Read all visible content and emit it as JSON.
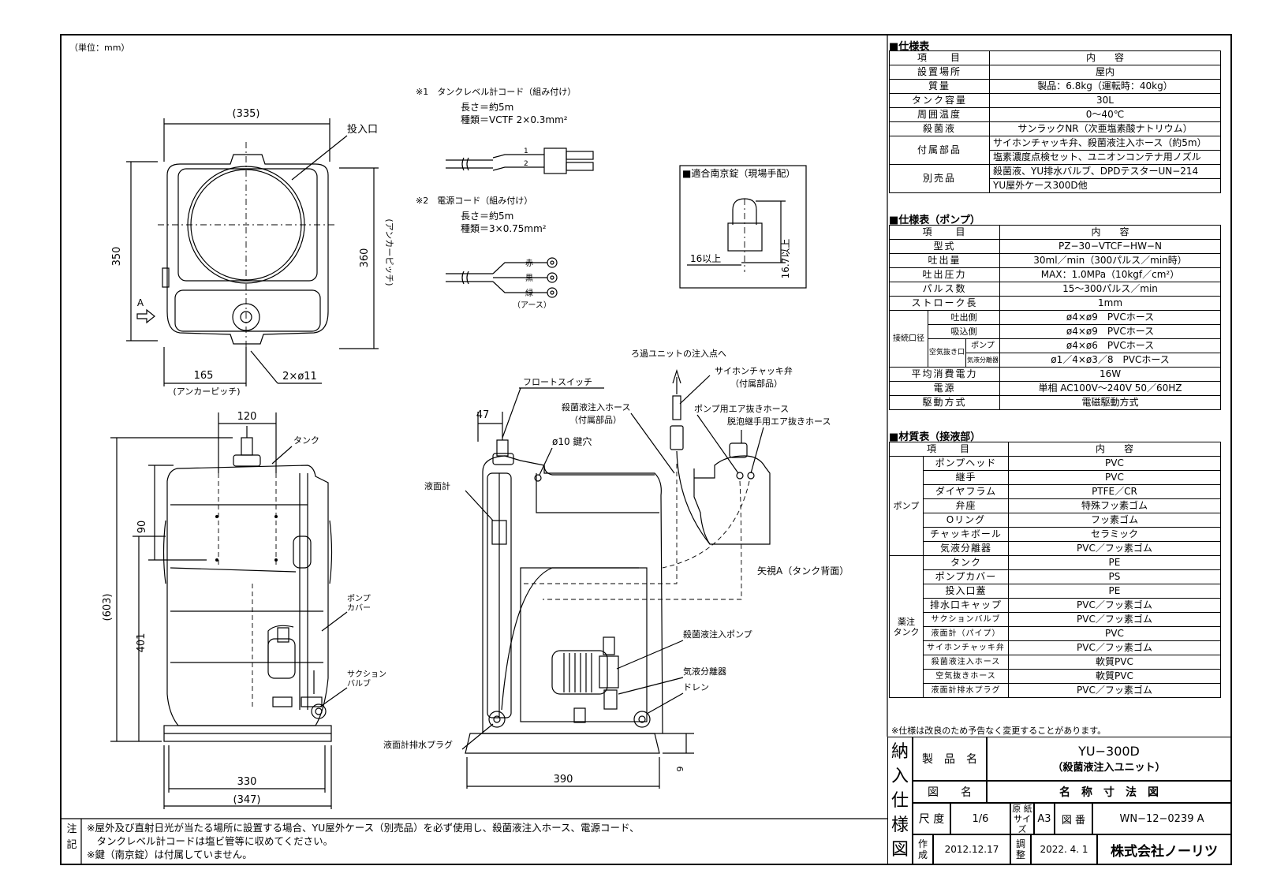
{
  "unit_label": "（単位：mm）",
  "notes_dims": {
    "top_width": "(335)",
    "top_h350": "350",
    "top_h360": "360",
    "anchor_pitch_v": "(アンカーピッチ)",
    "top_165": "165",
    "anchor_pitch_h": "(アンカーピッチ)",
    "hole": "2×ø11",
    "inlet": "投入口",
    "arrow_a": "A",
    "side_120": "120",
    "side_tank": "タンク",
    "side_90": "90",
    "side_603": "(603)",
    "side_401": "401",
    "side_pump_cover": "ポンプ\nカバー",
    "side_suction": "サクション\nバルブ",
    "side_330": "330",
    "side_347": "(347)",
    "front_47": "47",
    "front_float": "フロートスイッチ",
    "front_keyhole": "ø10 鍵穴",
    "front_level": "液面計",
    "front_hose": "殺菌液注入ホース",
    "front_hose_sub": "（付属部品）",
    "front_to_filter": "ろ過ユニットの注入点へ",
    "front_siphon": "サイホンチャッキ弁",
    "front_siphon_sub": "（付属部品）",
    "front_pump_air": "ポンプ用エア抜きホース",
    "front_defoam_air": "脱泡継手用エア抜きホース",
    "front_view_a": "矢視A（タンク背面）",
    "front_injection_pump": "殺菌液注入ポンプ",
    "front_separator": "気液分離器",
    "front_drain": "ドレン",
    "front_level_plug": "液面計排水プラグ",
    "front_390": "390",
    "front_9": "9"
  },
  "cords": {
    "c1_title": "※1　タンクレベル計コード（組み付け）",
    "c1_len": "長さ＝約5m",
    "c1_type": "種類＝VCTF 2×0.3mm²",
    "c1_p1": "1",
    "c1_p2": "2",
    "c2_title": "※2　電源コード（組み付け）",
    "c2_len": "長さ＝約5m",
    "c2_type": "種類＝3×0.75mm²",
    "c2_red": "赤",
    "c2_black": "黒",
    "c2_green": "緑",
    "c2_earth": "（アース）"
  },
  "lock": {
    "title": "■適合南京錠（現場手配）",
    "w": "16以上",
    "h": "16.7以上"
  },
  "spec": {
    "title": "■仕様表",
    "header": [
      "項　　目",
      "内　　容"
    ],
    "rows": [
      [
        "設置場所",
        "屋内"
      ],
      [
        "質量",
        "製品：6.8kg（運転時：40kg）"
      ],
      [
        "タンク容量",
        "30L"
      ],
      [
        "周囲温度",
        "0〜40℃"
      ],
      [
        "殺菌液",
        "サンラックNR（次亜塩素酸ナトリウム）"
      ]
    ],
    "acc_key": "付属部品",
    "acc_v1": "サイホンチャッキ弁、殺菌液注入ホース（約5m）",
    "acc_v2": "塩素濃度点検セット、ユニオンコンテナ用ノズル",
    "sep_key": "別売品",
    "sep_v1": "殺菌液、YU排水バルブ、DPDテスターUN−214",
    "sep_v2": "YU屋外ケース300D他"
  },
  "pump": {
    "title": "■仕様表（ポンプ）",
    "header": [
      "項　　目",
      "内　　容"
    ],
    "rows": [
      [
        "型式",
        "PZ−30−VTCF−HW−N"
      ],
      [
        "吐出量",
        "30ml／min（300パルス／min時）"
      ],
      [
        "吐出圧力",
        "MAX：1.0MPa（10kgf／cm²）"
      ],
      [
        "パルス数",
        "15〜300パルス／min"
      ],
      [
        "ストローク長",
        "1mm"
      ]
    ],
    "conn_key": "接続口径",
    "conn_rows": [
      [
        "吐出側",
        "ø4×ø9　PVCホース"
      ],
      [
        "吸込側",
        "ø4×ø9　PVCホース"
      ]
    ],
    "air_key": "空気抜き口",
    "air_rows": [
      [
        "ポンプ",
        "ø4×ø6　PVCホース"
      ],
      [
        "気液分離器",
        "ø1／4×ø3／8　PVCホース"
      ]
    ],
    "tail_rows": [
      [
        "平均消費電力",
        "16W"
      ],
      [
        "電源",
        "単相 AC100V〜240V 50／60HZ"
      ],
      [
        "駆動方式",
        "電磁駆動方式"
      ]
    ]
  },
  "material": {
    "title": "■材質表（接液部）",
    "header": [
      "項　　目",
      "内　　容"
    ],
    "pump_group": "ポンプ",
    "pump_rows": [
      [
        "ポンプヘッド",
        "PVC"
      ],
      [
        "継手",
        "PVC"
      ],
      [
        "ダイヤフラム",
        "PTFE／CR"
      ],
      [
        "弁座",
        "特殊フッ素ゴム"
      ],
      [
        "Oリング",
        "フッ素ゴム"
      ],
      [
        "チャッキボール",
        "セラミック"
      ],
      [
        "気液分離器",
        "PVC／フッ素ゴム"
      ]
    ],
    "tank_group": "薬注\nタンク",
    "tank_rows": [
      [
        "タンク",
        "PE"
      ],
      [
        "ポンプカバー",
        "PS"
      ],
      [
        "投入口蓋",
        "PE"
      ],
      [
        "排水口キャップ",
        "PVC／フッ素ゴム"
      ],
      [
        "サクションバルブ",
        "PVC／フッ素ゴム"
      ],
      [
        "液面計（パイプ）",
        "PVC"
      ],
      [
        "サイホンチャッキ弁",
        "PVC／フッ素ゴム"
      ],
      [
        "殺菌液注入ホース",
        "軟質PVC"
      ],
      [
        "空気抜きホース",
        "軟質PVC"
      ],
      [
        "液面計排水プラグ",
        "PVC／フッ素ゴム"
      ]
    ],
    "footnote": "※仕様は改良のため予告なく変更することがあります。"
  },
  "titleblock": {
    "side": [
      "納",
      "入",
      "仕",
      "様",
      "図"
    ],
    "product_label": "製　品　名",
    "product_name": "YU−300D",
    "product_sub": "（殺菌液注入ユニット）",
    "drawing_label": "図　　名",
    "drawing_name": "名　称　寸　法　図",
    "scale_label": "尺 度",
    "scale": "1/6",
    "paper_label": "原 紙\nサイズ",
    "paper": "A3",
    "dwgno_label": "図 番",
    "dwgno": "WN−12−0239 A",
    "made_label": "作\n成",
    "made": "2012.12.17",
    "adj_label": "調\n整",
    "adj": "2022. 4. 1",
    "company": "株式会社ノーリツ"
  },
  "footer": {
    "label": "注\n記",
    "line1": "※屋外及び直射日光が当たる場所に設置する場合、YU屋外ケース（別売品）を必ず使用し、殺菌液注入ホース、電源コード、",
    "line2": "　タンクレベル計コードは塩ビ管等に収めてください。",
    "line3": "※鍵（南京錠）は付属していません。"
  }
}
